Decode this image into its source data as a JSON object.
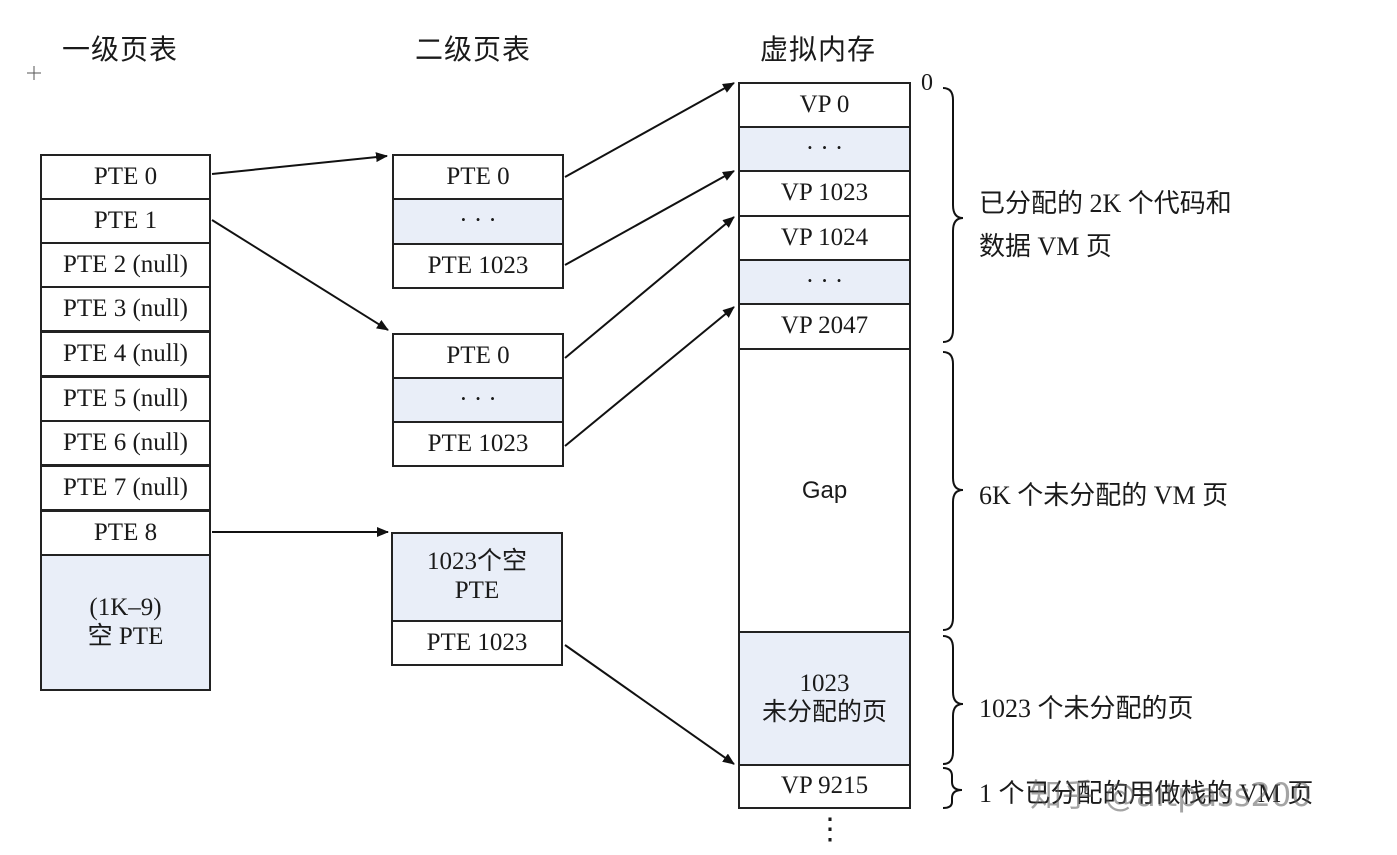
{
  "titles": {
    "level1": "一级页表",
    "level2": "二级页表",
    "vm": "虚拟内存"
  },
  "level1": {
    "rows": [
      "PTE 0",
      "PTE 1",
      "PTE 2 (null)",
      "PTE 3 (null)",
      "PTE 4 (null)",
      "PTE 5 (null)",
      "PTE 6 (null)",
      "PTE 7 (null)",
      "PTE 8"
    ],
    "empty_line1": "(1K–9)",
    "empty_line2": "空 PTE"
  },
  "level2a": {
    "top": "PTE 0",
    "mid": "· · ·",
    "bottom": "PTE 1023"
  },
  "level2b": {
    "top": "PTE 0",
    "mid": "· · ·",
    "bottom": "PTE 1023"
  },
  "level2c": {
    "empty_line1": "1023个空",
    "empty_line2": "PTE",
    "bottom": "PTE 1023"
  },
  "vm": {
    "zero": "0",
    "rows": [
      "VP 0",
      "· · ·",
      "VP 1023",
      "VP 1024",
      "· · ·",
      "VP 2047"
    ],
    "gap": "Gap",
    "unalloc_line1": "1023",
    "unalloc_line2": "未分配的页",
    "last": "VP 9215",
    "ellipsis": "⋮"
  },
  "labels": {
    "alloc_line1": "已分配的 2K 个代码和",
    "alloc_line2": "数据 VM 页",
    "gap": "6K 个未分配的 VM 页",
    "unalloc": "1023 个未分配的页",
    "stack": "1 个已分配的用做栈的 VM 页"
  },
  "watermark": "知乎 @aitpass200"
}
